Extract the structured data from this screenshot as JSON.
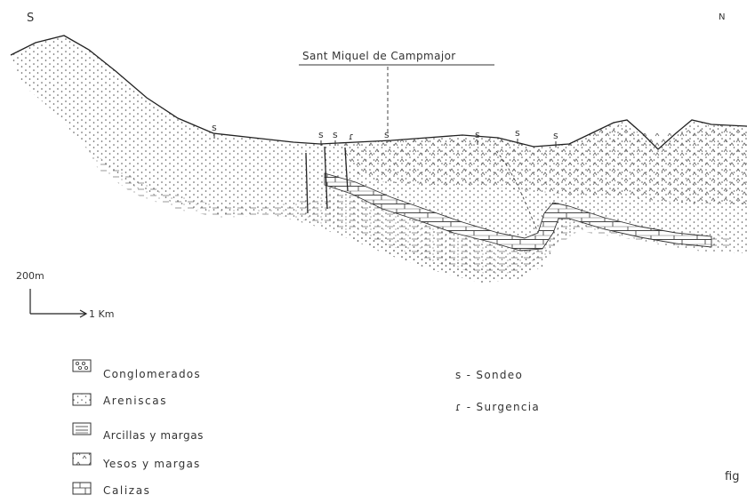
{
  "labels": {
    "left_end": "S",
    "right_end": "N",
    "village": "Sant Miquel de Campmajor",
    "borehole_mark": "s",
    "spring_mark": "ɾ",
    "scale_vertical": "200m",
    "scale_horizontal": "1 Km",
    "figure_label": "fig"
  },
  "legend": [
    {
      "id": "conglomerados",
      "label": "Conglomerados",
      "pattern": "pebbles"
    },
    {
      "id": "areniscas",
      "label": "Areniscas",
      "pattern": "dots"
    },
    {
      "id": "arcillas",
      "label": "Arcillas y margas",
      "pattern": "dashes"
    },
    {
      "id": "yesos",
      "label": "Yesos y margas",
      "pattern": "carets"
    },
    {
      "id": "calizas",
      "label": "Calizas",
      "pattern": "bricks"
    }
  ],
  "key": [
    {
      "id": "sondeo",
      "label": "s - Sondeo"
    },
    {
      "id": "surgencia",
      "label": "ɾ - Surgencia"
    }
  ],
  "colors": {
    "ink": "#333333",
    "paper": "#ffffff"
  }
}
